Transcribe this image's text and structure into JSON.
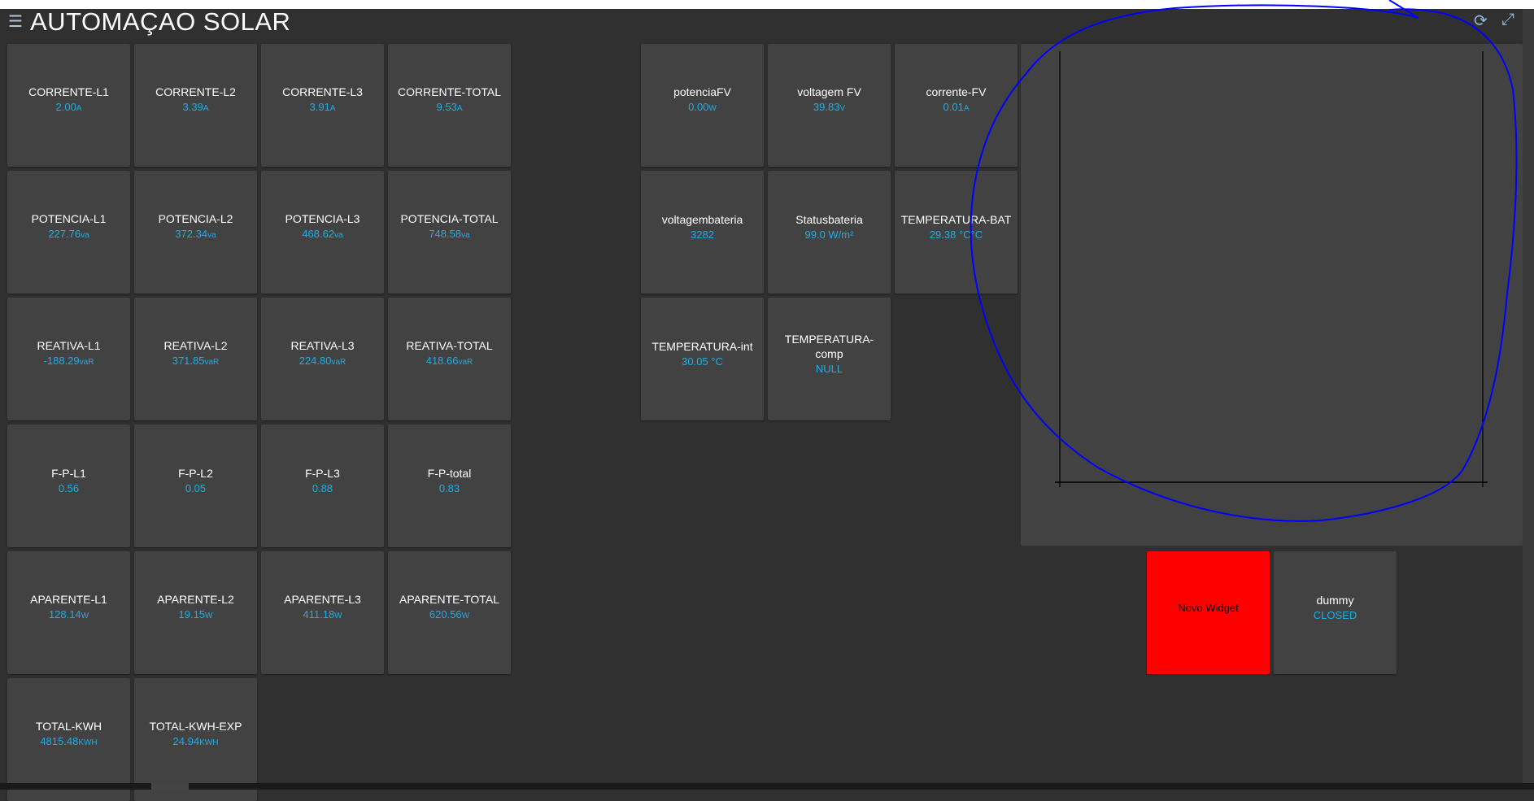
{
  "header": {
    "title": "AUTOMAÇAO SOLAR",
    "menu_icon": "hamburger-icon",
    "refresh_icon": "refresh-icon",
    "fullscreen_icon": "expand-icon"
  },
  "left_tiles": [
    {
      "label": "CORRENTE-L1",
      "value": "2.00",
      "unit": "A"
    },
    {
      "label": "CORRENTE-L2",
      "value": "3.39",
      "unit": "A"
    },
    {
      "label": "CORRENTE-L3",
      "value": "3.91",
      "unit": "A"
    },
    {
      "label": "CORRENTE-TOTAL",
      "value": "9.53",
      "unit": "A"
    },
    {
      "label": "POTENCIA-L1",
      "value": "227.76",
      "unit": "va"
    },
    {
      "label": "POTENCIA-L2",
      "value": "372.34",
      "unit": "va"
    },
    {
      "label": "POTENCIA-L3",
      "value": "468.62",
      "unit": "va"
    },
    {
      "label": "POTENCIA-TOTAL",
      "value": "748.58",
      "unit": "va"
    },
    {
      "label": "REATIVA-L1",
      "value": "-188.29",
      "unit": "vaR"
    },
    {
      "label": "REATIVA-L2",
      "value": "371.85",
      "unit": "vaR"
    },
    {
      "label": "REATIVA-L3",
      "value": "224.80",
      "unit": "vaR"
    },
    {
      "label": "REATIVA-TOTAL",
      "value": "418.66",
      "unit": "vaR"
    },
    {
      "label": "F-P-L1",
      "value": "0.56",
      "unit": ""
    },
    {
      "label": "F-P-L2",
      "value": "0.05",
      "unit": ""
    },
    {
      "label": "F-P-L3",
      "value": "0.88",
      "unit": ""
    },
    {
      "label": "F-P-total",
      "value": "0.83",
      "unit": ""
    },
    {
      "label": "APARENTE-L1",
      "value": "128.14",
      "unit": "W"
    },
    {
      "label": "APARENTE-L2",
      "value": "19.15",
      "unit": "W"
    },
    {
      "label": "APARENTE-L3",
      "value": "411.18",
      "unit": "W"
    },
    {
      "label": "APARENTE-TOTAL",
      "value": "620.56",
      "unit": "W"
    },
    {
      "label": "TOTAL-KWH",
      "value": "4815.48",
      "unit": "KWH"
    },
    {
      "label": "TOTAL-KWH-EXP",
      "value": "24.94",
      "unit": "KWH"
    }
  ],
  "right_tiles": [
    {
      "label": "potenciaFV",
      "value": "0.00",
      "unit": "W"
    },
    {
      "label": "voltagem FV",
      "value": "39.83",
      "unit": "V"
    },
    {
      "label": "corrente-FV",
      "value": "0.01",
      "unit": "A"
    },
    {
      "label": "voltagembateria",
      "value": "3282",
      "unit": ""
    },
    {
      "label": "Statusbateria",
      "value": "99.0 W/m²",
      "unit": ""
    },
    {
      "label": "TEMPERATURA-BAT",
      "value": "29.38 °C°C",
      "unit": ""
    },
    {
      "label": "TEMPERATURA-int",
      "value": "30.05 °C",
      "unit": ""
    },
    {
      "label": "TEMPERATURA-comp",
      "value": "NULL",
      "unit": ""
    }
  ],
  "novo_widget": {
    "label": "Novo Widget",
    "color": "#ff0000"
  },
  "dummy": {
    "label": "dummy",
    "value": "CLOSED"
  },
  "colors": {
    "background": "#303030",
    "tile": "#424242",
    "value": "#1eaee6",
    "annotation": "#0000ff"
  }
}
